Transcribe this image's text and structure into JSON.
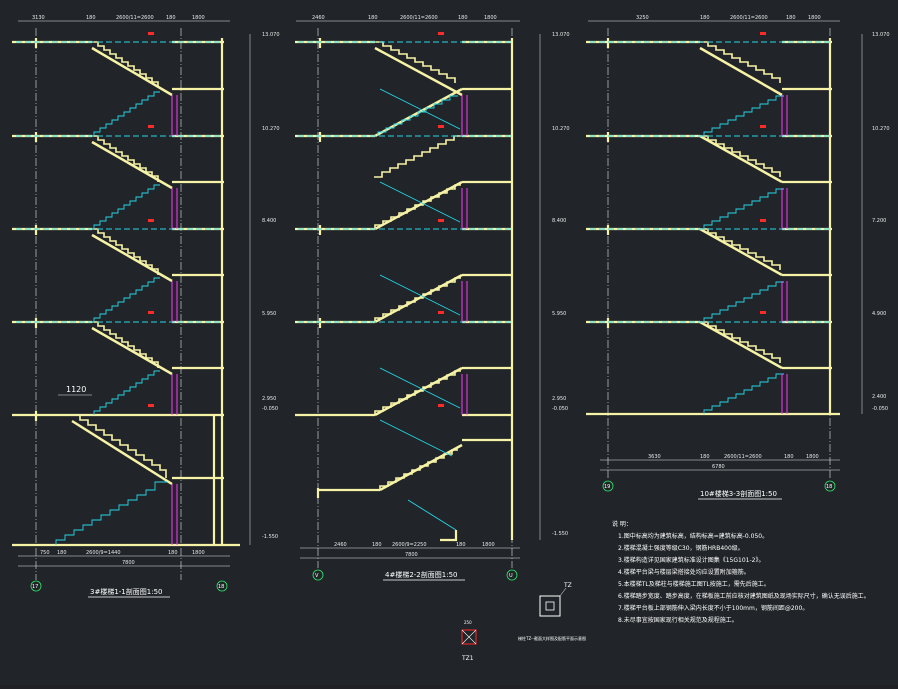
{
  "drawing": {
    "colors": {
      "background": "#212529",
      "stair": "#f7f3a6",
      "hidden_line": "#25d6e8",
      "dim_line": "#2ee86a",
      "white": "#ffffff",
      "magenta": "#ff38ff",
      "red": "#ff2b2b"
    },
    "sections": [
      {
        "title": "3#楼梯1-1剖面图1:50",
        "axis_left": "17",
        "axis_right": "18",
        "top_dims": [
          "3130",
          "180",
          "2600/11=2600",
          "180",
          "1800"
        ],
        "bottom_dims": [
          "750",
          "180",
          "2600/9=1440",
          "180",
          "1800"
        ],
        "bottom_total": "7800",
        "callout": "1120",
        "elevations": [
          "13.070",
          "10.270",
          "8.400",
          "5.950",
          "2.950",
          "-0.050",
          "-1.550"
        ]
      },
      {
        "title": "4#楼梯2-2剖面图1:50",
        "axis_left": "V",
        "axis_right": "U",
        "top_dims": [
          "2460",
          "180",
          "2600/11=2600",
          "180",
          "1800"
        ],
        "bottom_dims": [
          "2460",
          "180",
          "2600/9=2250",
          "180",
          "1800"
        ],
        "bottom_total": "7800",
        "elevations": [
          "13.070",
          "10.270",
          "8.400",
          "5.950",
          "2.950",
          "-0.050",
          "-1.550"
        ]
      },
      {
        "title": "10#楼梯3-3剖面图1:50",
        "axis_left": "19",
        "axis_right": "18",
        "top_dims": [
          "3250",
          "180",
          "2600/11=2600",
          "180",
          "1800"
        ],
        "bottom_dims": [
          "3630",
          "180",
          "2600/11=2600",
          "180",
          "1800"
        ],
        "bottom_total": "6780",
        "elevations": [
          "13.070",
          "10.270",
          "7.200",
          "4.900",
          "2.400",
          "-0.050"
        ]
      }
    ],
    "notes_title": "说 明：",
    "notes": [
      "1.图中标高均为建筑标高，结构标高=建筑标高-0.050。",
      "2.楼梯混凝土强度等级C30，钢筋HRB400级。",
      "3.楼梯构造详见国家建筑标准设计图集《15G101-2》。",
      "4.楼梯平台梁与楼层梁搭接处均应设置附加箍筋。",
      "5.本楼梯TL及梯柱与楼梯施工图TL按施工，需先后施工。",
      "6.楼梯踏步宽度、踏步高度，在梯板施工前应核对建筑图纸及现场实际尺寸，确认无误后施工。",
      "7.楼梯平台板上部钢筋伸入梁内长度不小于100mm，钢筋间距@200。",
      "8.未尽事宜按国家现行相关规范及规程施工。"
    ],
    "detail_tz_label": "TZ",
    "detail_tz_caption": "梯柱TZ--截面大样图及配筋平面示意图",
    "detail_tz1_top": "250",
    "detail_tz1_label": "TZ1"
  }
}
